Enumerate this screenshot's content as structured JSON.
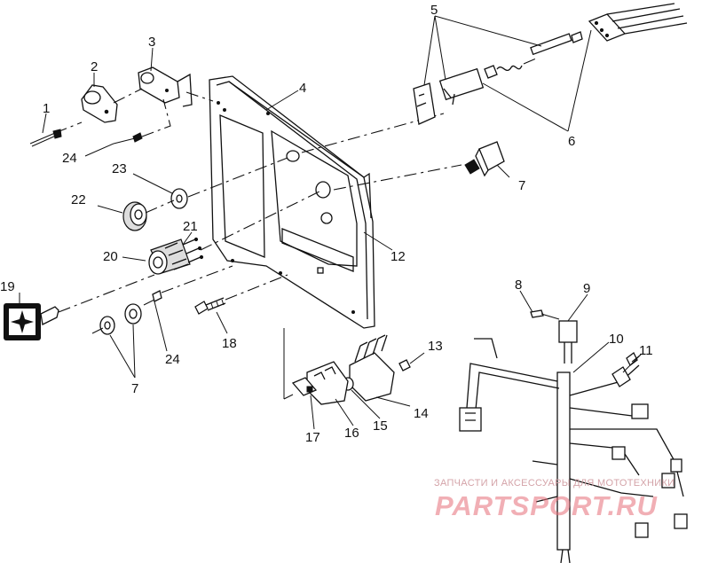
{
  "callouts": [
    "1",
    "2",
    "3",
    "4",
    "5",
    "6",
    "7",
    "7",
    "8",
    "9",
    "10",
    "11",
    "12",
    "13",
    "14",
    "15",
    "16",
    "17",
    "18",
    "19",
    "20",
    "21",
    "22",
    "23",
    "24",
    "24"
  ],
  "watermark": {
    "caption": "ЗАПЧАСТИ И АКСЕССУАРЫ ДЛЯ МОТОТЕХНИКИ",
    "logo": "PARTSPORT.RU"
  }
}
